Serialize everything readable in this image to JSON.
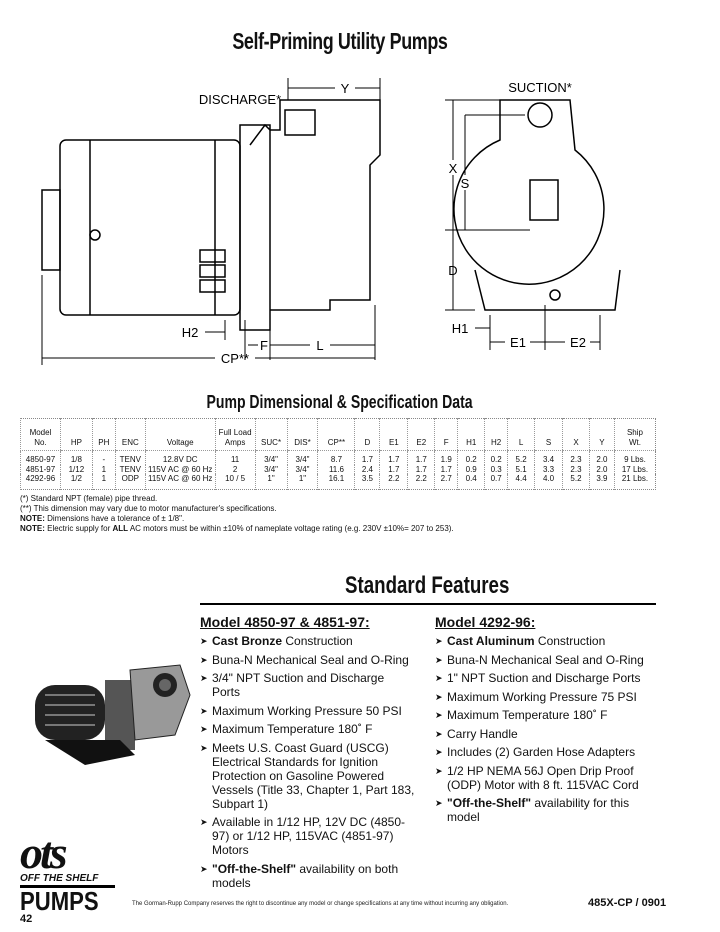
{
  "title": "Self-Priming Utility Pumps",
  "diagram": {
    "labels": {
      "discharge": "DISCHARGE*",
      "y": "Y",
      "suction": "SUCTION*",
      "x": "X",
      "s": "S",
      "d": "D",
      "h2": "H2",
      "f": "F",
      "l": "L",
      "cp": "CP**",
      "h1": "H1",
      "e1": "E1",
      "e2": "E2"
    }
  },
  "spec": {
    "title": "Pump Dimensional & Specification Data",
    "headers": [
      [
        "Model",
        "No."
      ],
      [
        "",
        "HP"
      ],
      [
        "",
        "PH"
      ],
      [
        "",
        "ENC"
      ],
      [
        "",
        "Voltage"
      ],
      [
        "Full Load",
        "Amps"
      ],
      [
        "",
        "SUC*"
      ],
      [
        "",
        "DIS*"
      ],
      [
        "",
        "CP**"
      ],
      [
        "",
        "D"
      ],
      [
        "",
        "E1"
      ],
      [
        "",
        "E2"
      ],
      [
        "",
        "F"
      ],
      [
        "",
        "H1"
      ],
      [
        "",
        "H2"
      ],
      [
        "",
        "L"
      ],
      [
        "",
        "S"
      ],
      [
        "",
        "X"
      ],
      [
        "",
        "Y"
      ],
      [
        "Ship",
        "Wt."
      ]
    ],
    "rows": [
      [
        "4850-97",
        "1/8",
        "-",
        "TENV",
        "12.8V DC",
        "11",
        "3/4\"",
        "3/4\"",
        "8.7",
        "1.7",
        "1.7",
        "1.7",
        "1.9",
        "0.2",
        "0.2",
        "5.2",
        "3.4",
        "2.3",
        "2.0",
        "9 Lbs."
      ],
      [
        "4851-97",
        "1/12",
        "1",
        "TENV",
        "115V AC @ 60 Hz",
        "2",
        "3/4\"",
        "3/4\"",
        "11.6",
        "2.4",
        "1.7",
        "1.7",
        "1.7",
        "0.9",
        "0.3",
        "5.1",
        "3.3",
        "2.3",
        "2.0",
        "17 Lbs."
      ],
      [
        "4292-96",
        "1/2",
        "1",
        "ODP",
        "115V AC @ 60 Hz",
        "10 / 5",
        "1\"",
        "1\"",
        "16.1",
        "3.5",
        "2.2",
        "2.2",
        "2.7",
        "0.4",
        "0.7",
        "4.4",
        "4.0",
        "5.2",
        "3.9",
        "21 Lbs."
      ]
    ],
    "notes": [
      {
        "bold": "",
        "text": "(*) Standard NPT (female) pipe thread."
      },
      {
        "bold": "",
        "text": "(**) This dimension may vary due to motor manufacturer's specifications."
      },
      {
        "bold": "NOTE:",
        "text": " Dimensions have a tolerance of ± 1/8\"."
      },
      {
        "bold": "NOTE:",
        "text": " Electric supply for ",
        "bold2": "ALL",
        "text2": " AC motors must be within ±10% of nameplate voltage rating (e.g. 230V ±10%= 207 to 253)."
      }
    ]
  },
  "features": {
    "title": "Standard Features",
    "columns": [
      {
        "heading": "Model 4850-97 & 4851-97:",
        "items": [
          {
            "bold": "Cast Bronze",
            "text": " Construction"
          },
          {
            "bold": "",
            "text": "Buna-N Mechanical Seal and O-Ring"
          },
          {
            "bold": "",
            "text": "3/4\" NPT Suction and Discharge Ports"
          },
          {
            "bold": "",
            "text": "Maximum Working Pressure 50 PSI"
          },
          {
            "bold": "",
            "text": "Maximum Temperature 180˚ F"
          },
          {
            "bold": "",
            "text": "Meets U.S. Coast Guard (USCG) Electrical Standards for Ignition Protection on Gasoline Powered Vessels (Title 33, Chapter 1, Part 183, Subpart 1)"
          },
          {
            "bold": "",
            "text": "Available in 1/12 HP, 12V DC (4850-97) or 1/12 HP, 115VAC (4851-97) Motors"
          },
          {
            "bold": "\"Off-the-Shelf\"",
            "text": " availability on both models"
          }
        ]
      },
      {
        "heading": "Model 4292-96:",
        "items": [
          {
            "bold": "Cast Aluminum",
            "text": " Construction"
          },
          {
            "bold": "",
            "text": "Buna-N Mechanical Seal and O-Ring"
          },
          {
            "bold": "",
            "text": "1\" NPT Suction and Discharge Ports"
          },
          {
            "bold": "",
            "text": "Maximum Working Pressure 75 PSI"
          },
          {
            "bold": "",
            "text": "Maximum Temperature 180˚ F"
          },
          {
            "bold": "",
            "text": "Carry Handle"
          },
          {
            "bold": "",
            "text": "Includes (2) Garden Hose Adapters"
          },
          {
            "bold": "",
            "text": "1/2 HP NEMA 56J Open Drip Proof (ODP) Motor with 8 ft. 115VAC Cord"
          },
          {
            "bold": "\"Off-the-Shelf\"",
            "text": " availability for this model"
          }
        ]
      }
    ]
  },
  "logo": {
    "mark": "ots",
    "tagline": "OFF THE SHELF",
    "word": "PUMPS"
  },
  "footer": {
    "disclaimer": "The Gorman-Rupp Company reserves the right to discontinue any model or change specifications at any time without incurring any obligation.",
    "code": "485X-CP / 0901",
    "page": "42"
  }
}
